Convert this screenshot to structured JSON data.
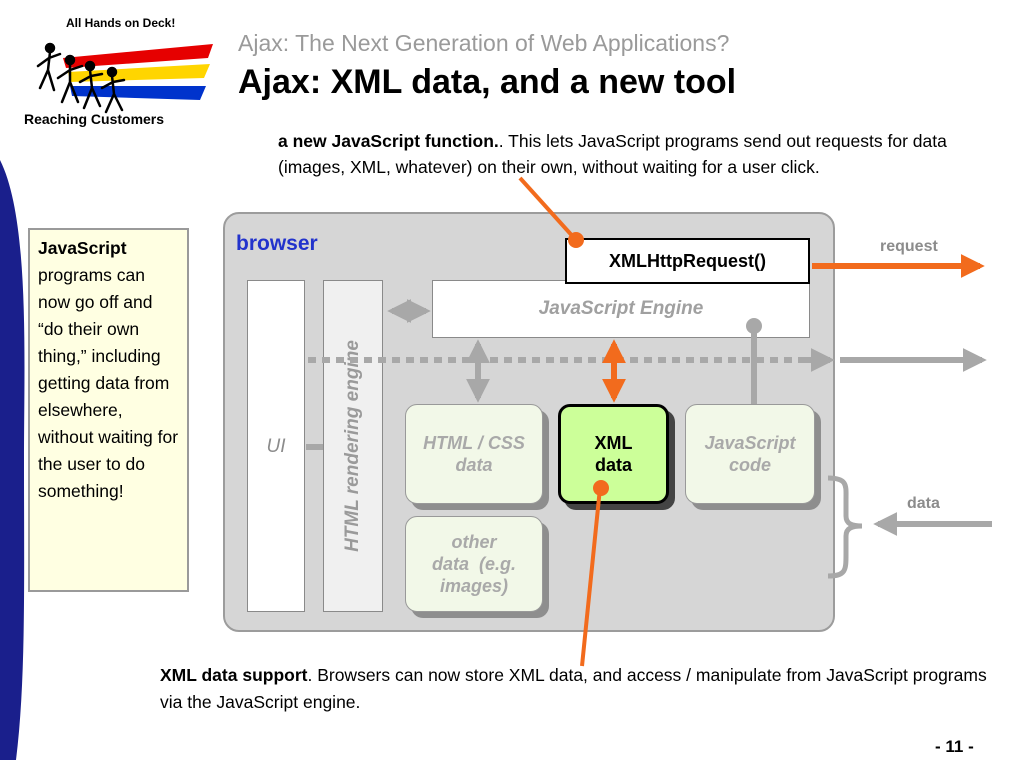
{
  "logo": {
    "top_text": "All Hands on Deck!",
    "bottom_text": "Reaching Customers"
  },
  "header": {
    "subtitle": "Ajax: The Next Generation of Web Applications?",
    "title": "Ajax: XML data, and a new tool"
  },
  "notes": {
    "top_bold": "a new JavaScript function.",
    "top_rest": ". This lets JavaScript programs send out requests for data (images, XML, whatever) on their own, without waiting for a user click.",
    "left_bold": "JavaScript",
    "left_rest": " programs can now go off and “do their own thing,” including getting data from elsewhere, without waiting for the user to do something!",
    "bottom_bold": "XML data support",
    "bottom_rest": ". Browsers can now store XML data, and access / manipulate from JavaScript programs via the JavaScript engine."
  },
  "diagram": {
    "browser_label": "browser",
    "ui_label": "UI",
    "render_label": "HTML rendering engine",
    "engine_label": "JavaScript Engine",
    "xhr_label": "XMLHttpRequest()",
    "html_css": [
      "HTML / CSS",
      "data"
    ],
    "xml": [
      "XML",
      "data"
    ],
    "js_code": [
      "JavaScript",
      "code"
    ],
    "other": [
      "other",
      "data  (e.g.",
      "images)"
    ],
    "request_label": "request",
    "data_label": "data"
  },
  "colors": {
    "accent_orange": "#f26b1d",
    "browser_blue": "#2233cc",
    "xml_green": "#ccff99"
  },
  "footer": {
    "page": "- 11 -"
  }
}
